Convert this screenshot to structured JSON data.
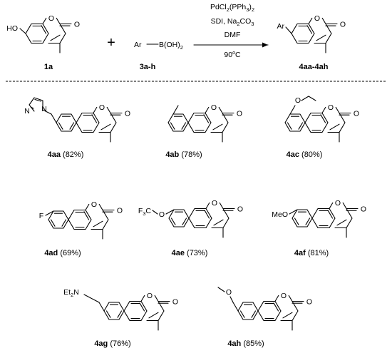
{
  "reaction": {
    "reactant": {
      "label": "1a",
      "substituent": "HO"
    },
    "plus": "+",
    "reagent": {
      "label": "3a-h",
      "ar": "Ar",
      "boron": "B(OH)",
      "boron_sub": "2"
    },
    "conditions": {
      "catalyst_main": "PdCl",
      "catalyst_sub1": "2",
      "catalyst_mid": "(PPh",
      "catalyst_sub2": "3",
      "catalyst_end": ")",
      "catalyst_sub3": "2",
      "additive_main": "SDI, Na",
      "additive_sub1": "2",
      "additive_mid": "CO",
      "additive_sub2": "3",
      "solvent": "DMF",
      "temp_num": "90",
      "temp_sup": "o",
      "temp_unit": "C"
    },
    "product": {
      "label": "4aa-4ah",
      "ar": "Ar"
    }
  },
  "atoms": {
    "O": "O"
  },
  "products": [
    {
      "id": "4aa",
      "yield": "(82%)",
      "substituent_label": "N"
    },
    {
      "id": "4ab",
      "yield": "(78%)"
    },
    {
      "id": "4ac",
      "yield": "(80%)"
    },
    {
      "id": "4ad",
      "yield": "(69%)",
      "substituent_label": "F"
    },
    {
      "id": "4ae",
      "yield": "(73%)",
      "sub_a": "F",
      "sub_b": "3",
      "sub_c": "C"
    },
    {
      "id": "4af",
      "yield": "(81%)",
      "substituent_label": "MeO"
    },
    {
      "id": "4ag",
      "yield": "(76%)",
      "sub_a": "Et",
      "sub_b": "2",
      "sub_c": "N"
    },
    {
      "id": "4ah",
      "yield": "(85%)"
    }
  ]
}
